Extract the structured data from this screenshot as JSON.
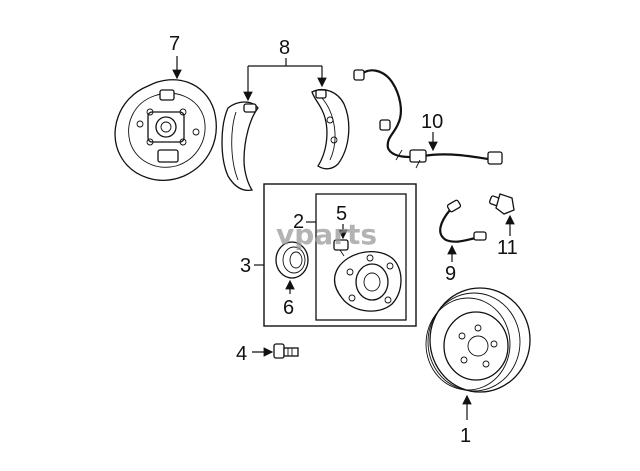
{
  "watermark": "vparts",
  "callouts": {
    "c1": "1",
    "c2": "2",
    "c3": "3",
    "c4": "4",
    "c5": "5",
    "c6": "6",
    "c7": "7",
    "c8": "8",
    "c9": "9",
    "c10": "10",
    "c11": "11"
  },
  "icons": {
    "backing_plate": "backing-plate-icon",
    "brake_shoe": "brake-shoe-icon",
    "abs_sensor": "abs-sensor-icon",
    "hub_bearing": "hub-bearing-icon",
    "brake_drum": "brake-drum-icon",
    "brake_hose": "brake-hose-icon",
    "bolt": "bolt-icon"
  }
}
